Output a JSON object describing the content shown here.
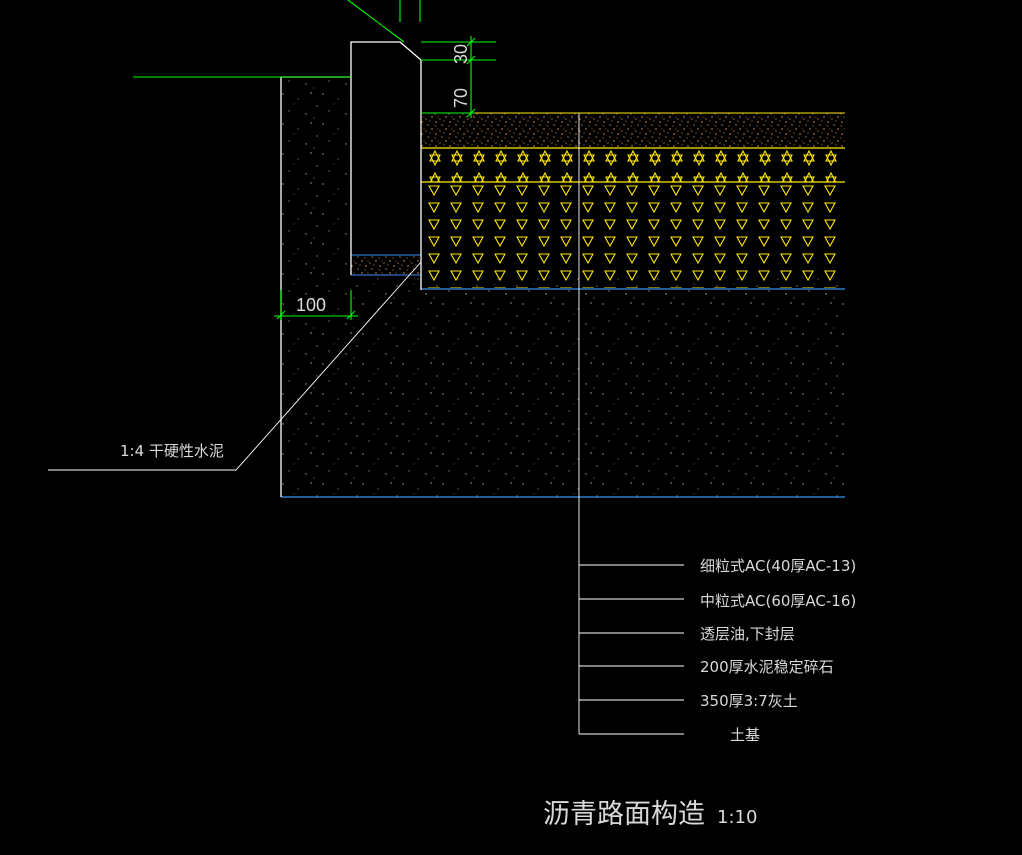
{
  "title": "沥青路面构造",
  "scale": "1:10",
  "leader_note": "1:4 干硬性水泥",
  "dimensions": {
    "curb_width": "100",
    "upper": "30",
    "lower": "70"
  },
  "layers": [
    "细粒式AC(40厚AC-13)",
    "中粒式AC(60厚AC-16)",
    "透层油,下封层",
    "200厚水泥稳定碎石",
    "350厚3:7灰土",
    "土基"
  ],
  "colors": {
    "background": "#000000",
    "line_white": "#ffffff",
    "dimension_green": "#00ff00",
    "boundary_blue": "#3b8ff0",
    "hatch_yellow": "#ffe800",
    "sand_orange": "#ff9b3a",
    "soil_dot": "#c8a070",
    "text": "#d9d9d9"
  }
}
